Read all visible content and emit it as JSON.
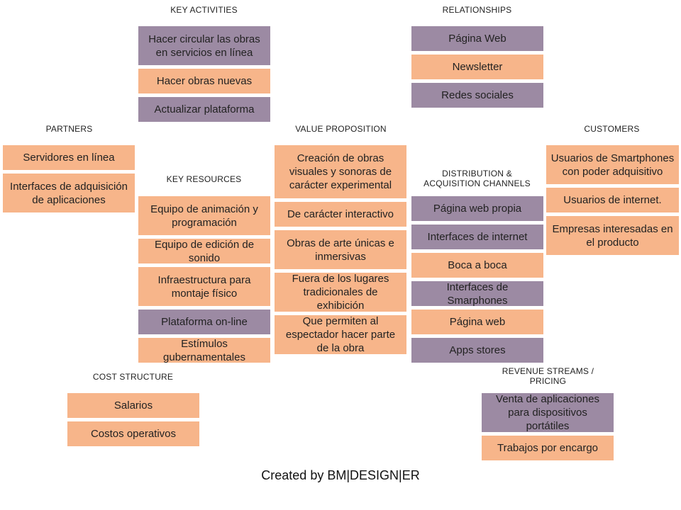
{
  "headers": {
    "key_activities": "KEY ACTIVITIES",
    "relationships": "RELATIONSHIPS",
    "partners": "PARTNERS",
    "value_proposition": "VALUE PROPOSITION",
    "customers": "CUSTOMERS",
    "key_resources": "KEY RESOURCES",
    "distribution": "DISTRIBUTION  &\nACQUISITION  CHANNELS",
    "cost_structure": "COST  STRUCTURE",
    "revenue": "REVENUE  STREAMS  /\nPRICING"
  },
  "key_activities": [
    "Hacer circular las obras en servicios en línea",
    "Hacer obras nuevas",
    "Actualizar plataforma"
  ],
  "relationships": [
    "Página Web",
    "Newsletter",
    "Redes sociales"
  ],
  "partners": [
    "Servidores en línea",
    "Interfaces de adquisición de aplicaciones"
  ],
  "value_proposition": [
    "Creación de obras visuales  y sonoras de carácter experimental",
    "De carácter interactivo",
    "Obras de arte únicas e inmersivas",
    "Fuera de los lugares tradicionales de exhibición",
    "Que permiten al espectador hacer parte de la obra"
  ],
  "customers": [
    "Usuarios de Smartphones con poder adquisitivo",
    "Usuarios de internet.",
    "Empresas interesadas en el producto"
  ],
  "key_resources": [
    "Equipo de animación y programación",
    "Equipo de edición de sonido",
    "Infraestructura para montaje físico",
    "Plataforma on-line",
    "Estímulos gubernamentales"
  ],
  "distribution": [
    "Página web propia",
    "Interfaces de internet",
    "Boca a boca",
    "Interfaces de Smarphones",
    "Página web",
    "Apps stores"
  ],
  "cost_structure": [
    "Salarios",
    "Costos operativos"
  ],
  "revenue": [
    "Venta de aplicaciones para dispositivos portátiles",
    "Trabajos por encargo"
  ],
  "footer": "Created by BM|DESIGN|ER",
  "colors": {
    "orange": "#f7b58a",
    "purple": "#9c8aa3"
  }
}
